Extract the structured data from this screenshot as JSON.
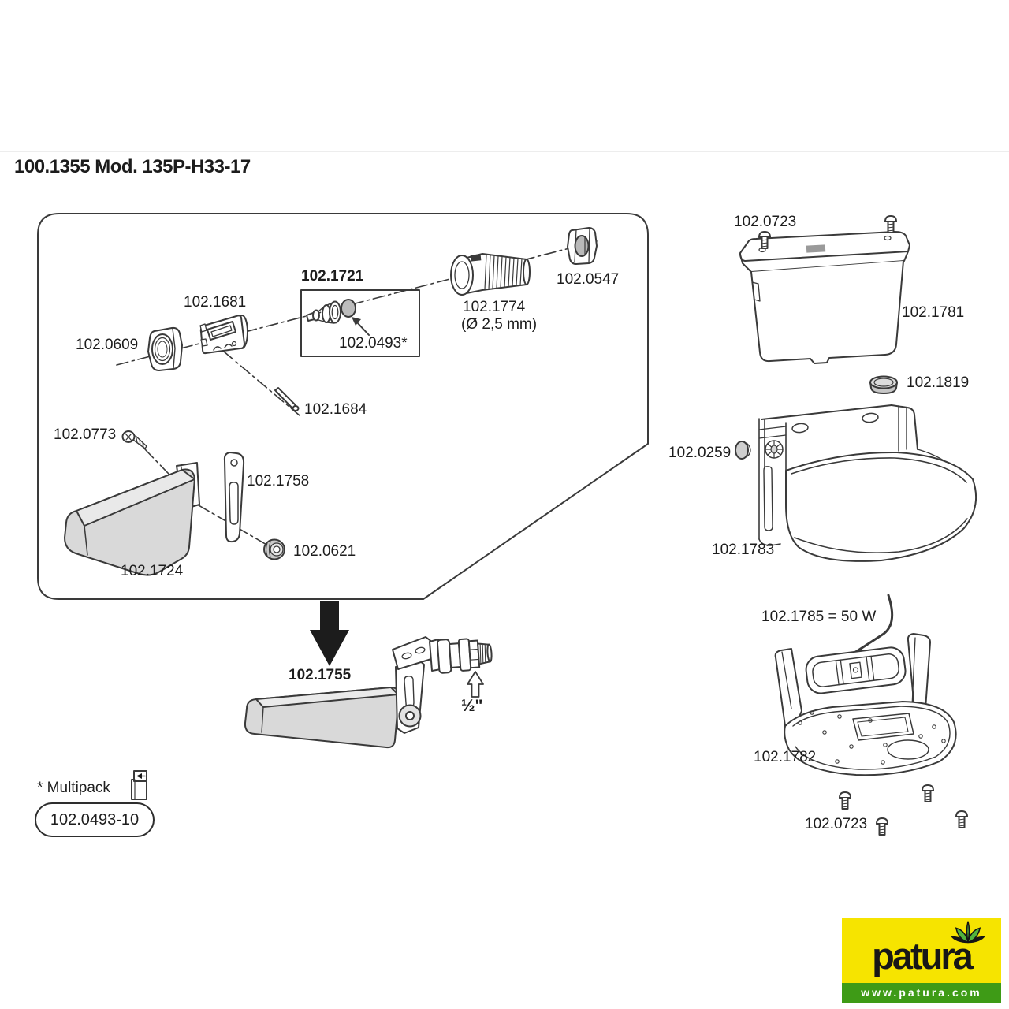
{
  "title": "100.1355 Mod. 135P-H33-17",
  "diagram": {
    "panel_parts": {
      "p0609": "102.0609",
      "p1681": "102.1681",
      "p1721": "102.1721",
      "p0493": "102.0493*",
      "p1774": "102.1774",
      "p1774_note": "(Ø 2,5 mm)",
      "p0547": "102.0547",
      "p1684": "102.1684",
      "p0773": "102.0773",
      "p1758": "102.1758",
      "p0621": "102.0621",
      "p1724": "102.1724"
    },
    "assembly": {
      "p1755": "102.1755",
      "thread_size": "½\""
    },
    "right_parts": {
      "p0723_top": "102.0723",
      "p1781": "102.1781",
      "p1819": "102.1819",
      "p0259": "102.0259",
      "p1783": "102.1783",
      "p1785_heater": "102.1785 = 50 W",
      "p1782": "102.1782",
      "p0723_bottom": "102.0723"
    },
    "footnote": {
      "multipack_label": "* Multipack",
      "multipack_code": "102.0493-10"
    }
  },
  "icons": {
    "flow_arrow": "solid-down-arrow",
    "thread_size_arrow": "outline-up-arrow",
    "multipack_box": "multipack-box",
    "logo_leaf": "leaf"
  },
  "logo": {
    "brand": "patura",
    "website": "www.patura.com"
  },
  "colors": {
    "line": "#3a3a3a",
    "label_text": "#1d1d1d",
    "part_fill": "#d9d9d9",
    "logo_yellow": "#F6E400",
    "logo_green": "#3E9B16",
    "leaf_green": "#52B43C",
    "logo_url_text": "#ffffff"
  }
}
